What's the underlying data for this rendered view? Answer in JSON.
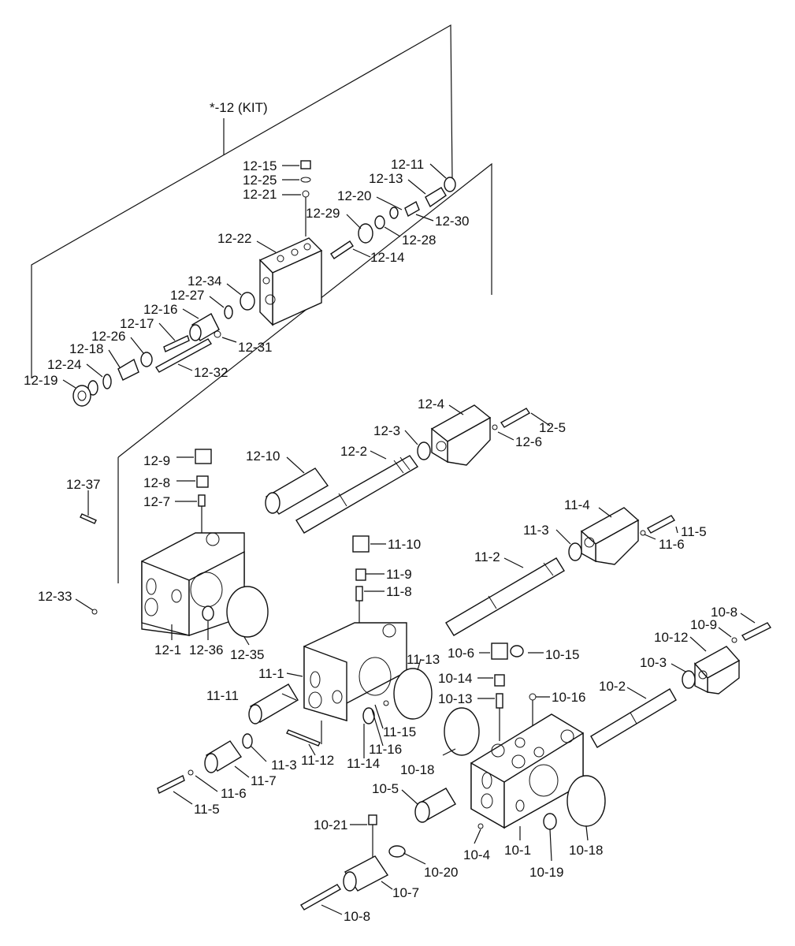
{
  "diagram": {
    "kit_label": "*-12 (KIT)",
    "labels": {
      "l12_15": "12-15",
      "l12_25": "12-25",
      "l12_21": "12-21",
      "l12_22": "12-22",
      "l12_11": "12-11",
      "l12_13": "12-13",
      "l12_20": "12-20",
      "l12_30": "12-30",
      "l12_29": "12-29",
      "l12_28": "12-28",
      "l12_14": "12-14",
      "l12_34": "12-34",
      "l12_27": "12-27",
      "l12_16": "12-16",
      "l12_17": "12-17",
      "l12_26": "12-26",
      "l12_18": "12-18",
      "l12_24": "12-24",
      "l12_19": "12-19",
      "l12_31": "12-31",
      "l12_32": "12-32",
      "l12_4": "12-4",
      "l12_5": "12-5",
      "l12_3": "12-3",
      "l12_6": "12-6",
      "l12_10": "12-10",
      "l12_2": "12-2",
      "l12_9": "12-9",
      "l12_8": "12-8",
      "l12_7": "12-7",
      "l12_37": "12-37",
      "l12_33": "12-33",
      "l12_1": "12-1",
      "l12_36": "12-36",
      "l12_35": "12-35",
      "l11_4": "11-4",
      "l11_3a": "11-3",
      "l11_5a": "11-5",
      "l11_6a": "11-6",
      "l11_10": "11-10",
      "l11_2": "11-2",
      "l11_9": "11-9",
      "l11_8": "11-8",
      "l11_13": "11-13",
      "l11_1": "11-1",
      "l11_11": "11-11",
      "l11_15": "11-15",
      "l11_16": "11-16",
      "l11_14": "11-14",
      "l11_12": "11-12",
      "l11_3b": "11-3",
      "l11_7": "11-7",
      "l11_6b": "11-6",
      "l11_5b": "11-5",
      "l10_8a": "10-8",
      "l10_9": "10-9",
      "l10_12": "10-12",
      "l10_3": "10-3",
      "l10_6": "10-6",
      "l10_15": "10-15",
      "l10_14": "10-14",
      "l10_13": "10-13",
      "l10_16": "10-16",
      "l10_2": "10-2",
      "l10_18a": "10-18",
      "l10_5": "10-5",
      "l10_21": "10-21",
      "l10_4": "10-4",
      "l10_1": "10-1",
      "l10_19": "10-19",
      "l10_18b": "10-18",
      "l10_20": "10-20",
      "l10_7": "10-7",
      "l10_8b": "10-8"
    }
  }
}
